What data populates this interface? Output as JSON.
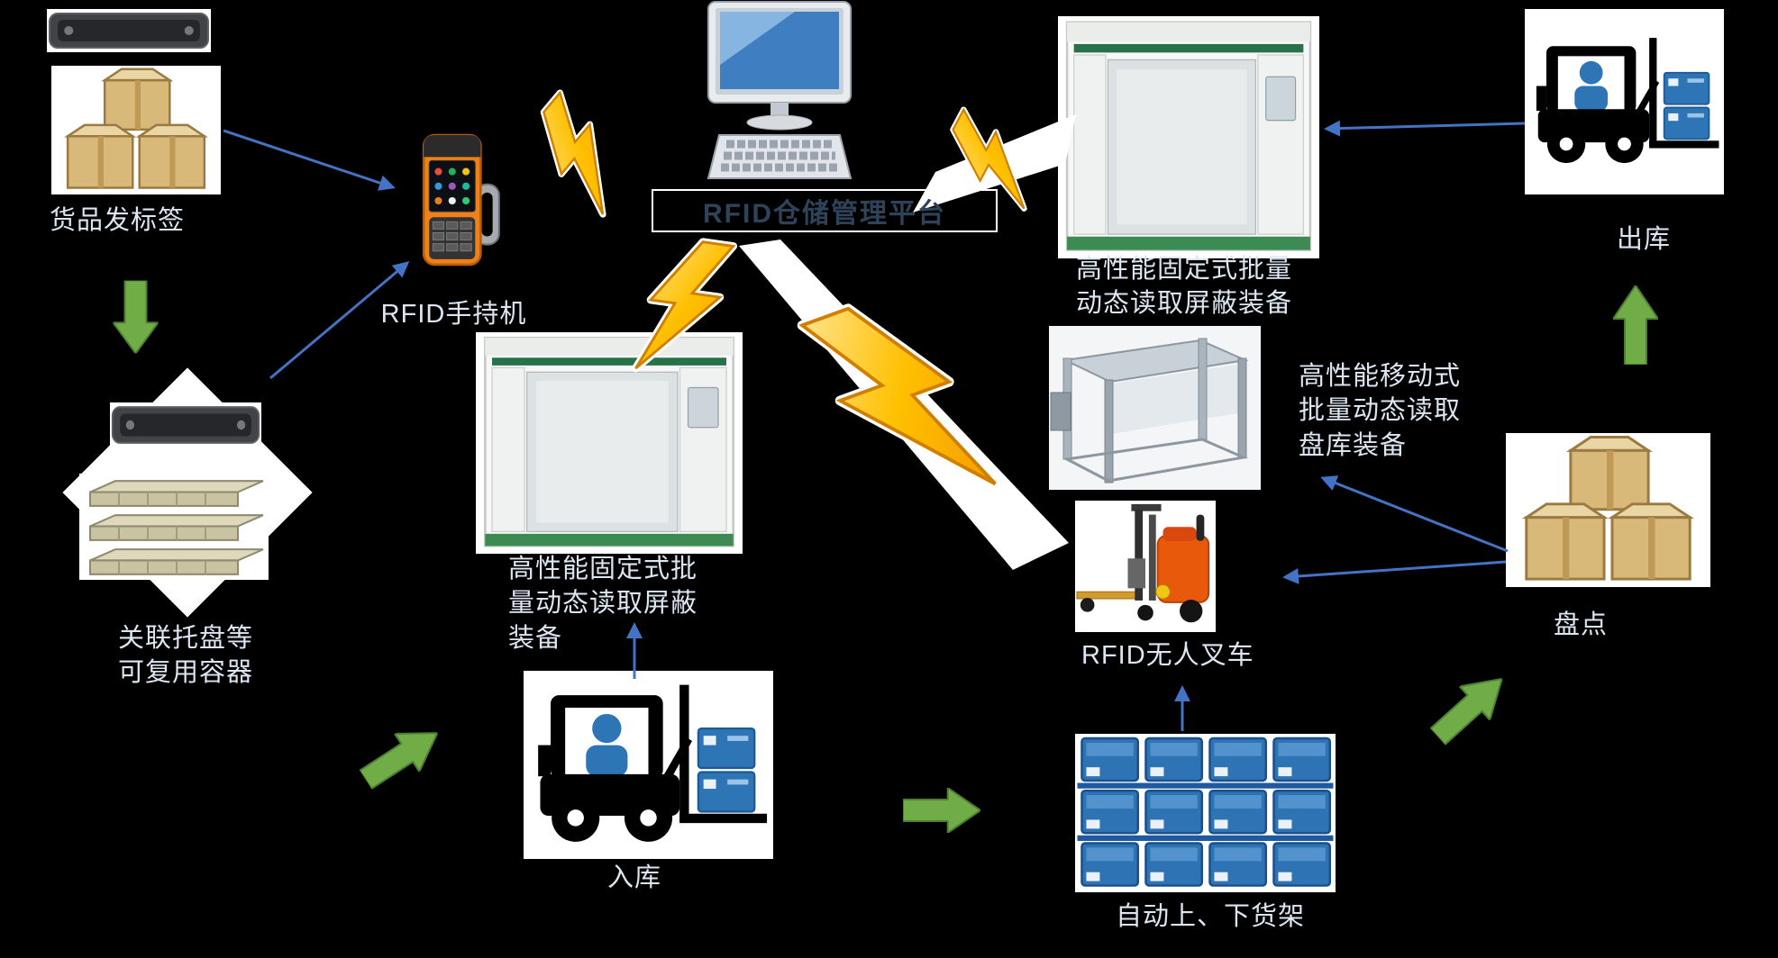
{
  "background_color": "#000000",
  "palette": {
    "flow_arrow_green": "#70ad47",
    "connector_blue": "#4472c4",
    "lightning_gold": "#ffc000",
    "label_text": "#dce6f2",
    "platform_title_text": "#2f4358",
    "carton_tan": "#d9b97a",
    "crate_blue": "#2e74b5"
  },
  "labels": {
    "goods_tagging": "货品发标签",
    "handheld_reader": "RFID手持机",
    "platform_title": "RFID仓储管理平台",
    "fixed_reader_right": "高性能固定式批量\n动态读取屏蔽装备",
    "fixed_reader_center": "高性能固定式批\n量动态读取屏蔽\n装备",
    "mobile_reader": "高性能移动式\n批量动态读取\n盘库装备",
    "outbound": "出库",
    "inbound": "入库",
    "rfid_forklift": "RFID无人叉车",
    "stocktaking": "盘点",
    "reusable_container": "关联托盘等\n可复用容器",
    "auto_racking": "自动上、下货架"
  }
}
